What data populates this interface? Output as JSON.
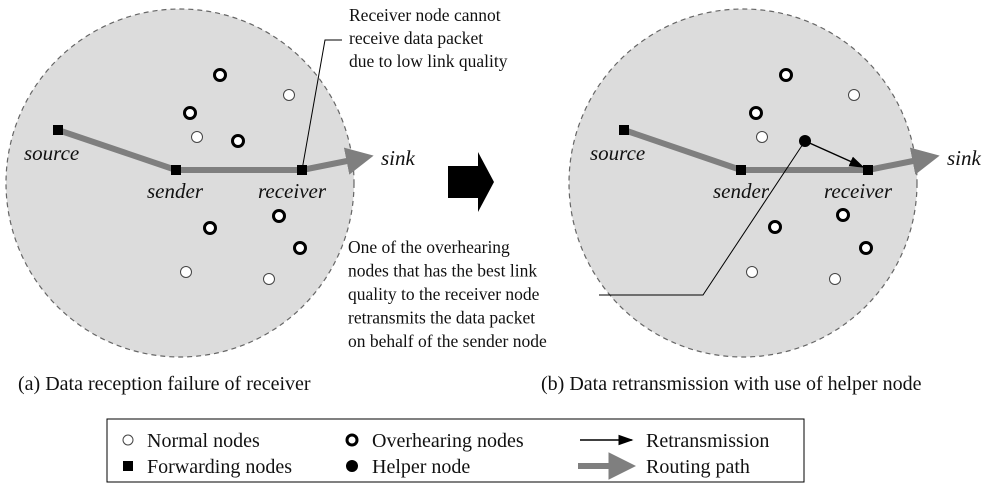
{
  "annotations": {
    "receiver_failure": [
      "Receiver node cannot",
      "receive data packet",
      "due to low link quality"
    ],
    "helper_explanation": [
      "One of the overhearing",
      "nodes that has the best link",
      "quality to the receiver node",
      "retransmits the data packet",
      "on behalf of the sender node"
    ]
  },
  "node_labels": {
    "source": "source",
    "sender": "sender",
    "receiver": "receiver",
    "sink": "sink"
  },
  "captions": {
    "a": "(a) Data reception failure of receiver",
    "b": "(b) Data retransmission with use of helper node"
  },
  "legend": {
    "normal": "Normal nodes",
    "forwarding": "Forwarding nodes",
    "overhearing": "Overhearing nodes",
    "helper": "Helper node",
    "retransmission": "Retransmission",
    "routing": "Routing path"
  },
  "colors": {
    "region_fill": "#dcdcdc",
    "region_border": "#666666",
    "routing_path": "#7f7f7f",
    "node": "#000000"
  }
}
